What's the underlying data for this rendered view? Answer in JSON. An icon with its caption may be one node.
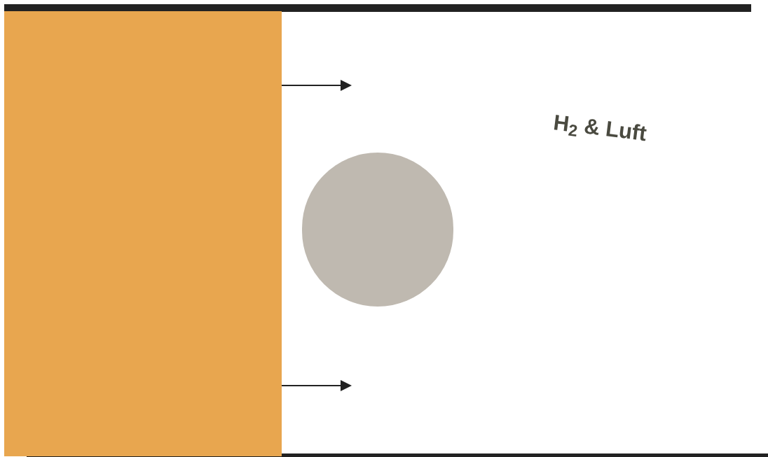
{
  "diagram": {
    "nodes": [
      {
        "text": [],
        "shape": "box"
      },
      {
        "text": [],
        "shape": "circle"
      }
    ],
    "labels": [
      "H$_{2}$ & Luft"
    ]
  }
}
